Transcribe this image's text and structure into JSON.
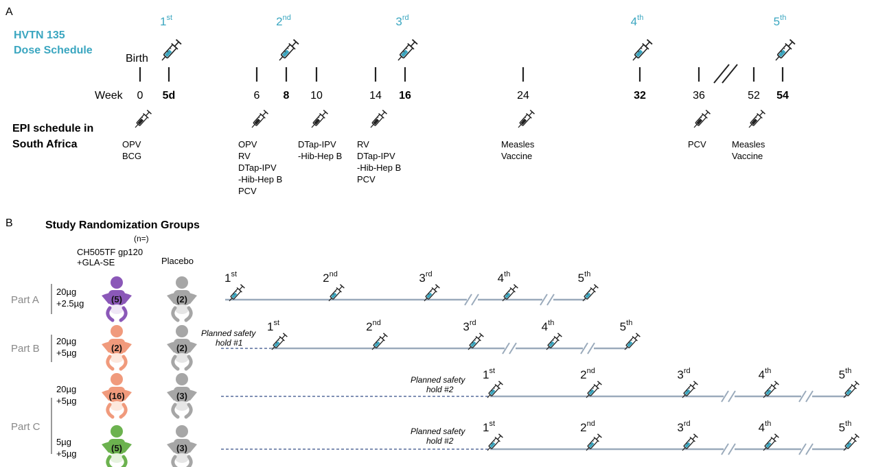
{
  "panel_a": {
    "label": "A",
    "hvtn_title_1": "HVTN 135",
    "hvtn_title_2": "Dose Schedule",
    "birth": "Birth",
    "week_label": "Week",
    "weeks": [
      {
        "text": "0",
        "bold": false
      },
      {
        "text": "5d",
        "bold": true
      },
      {
        "text": "6",
        "bold": false
      },
      {
        "text": "8",
        "bold": true
      },
      {
        "text": "10",
        "bold": false
      },
      {
        "text": "14",
        "bold": false
      },
      {
        "text": "16",
        "bold": true
      },
      {
        "text": "24",
        "bold": false
      },
      {
        "text": "32",
        "bold": true
      },
      {
        "text": "36",
        "bold": false
      },
      {
        "text": "52",
        "bold": false
      },
      {
        "text": "54",
        "bold": true
      }
    ],
    "doses": [
      {
        "num": "1",
        "sup": "st"
      },
      {
        "num": "2",
        "sup": "nd"
      },
      {
        "num": "3",
        "sup": "rd"
      },
      {
        "num": "4",
        "sup": "th"
      },
      {
        "num": "5",
        "sup": "th"
      }
    ],
    "epi_title_1": "EPI schedule in",
    "epi_title_2": "South Africa",
    "epi_vaccines": [
      [
        "OPV",
        "BCG"
      ],
      [
        "OPV",
        "RV",
        "DTap-IPV",
        "-Hib-Hep B",
        "PCV"
      ],
      [
        "DTap-IPV",
        "-Hib-Hep B"
      ],
      [
        "RV",
        "DTap-IPV",
        "-Hib-Hep B",
        "PCV"
      ],
      [
        "Measles",
        "Vaccine"
      ],
      [
        "PCV"
      ],
      [
        "Measles",
        "Vaccine"
      ]
    ]
  },
  "panel_b": {
    "label": "B",
    "title": "Study Randomization Groups",
    "n_label": "(n=)",
    "vaccine_header_1": "CH505TF gp120",
    "vaccine_header_2": "+GLA-SE",
    "placebo_header": "Placebo",
    "parts": [
      "Part A",
      "Part B",
      "Part C"
    ],
    "groups": [
      {
        "dose_1": "20µg",
        "dose_2": "+2.5µg",
        "vaccine_n": "(5)",
        "placebo_n": "(2)"
      },
      {
        "dose_1": "20µg",
        "dose_2": "+5µg",
        "vaccine_n": "(2)",
        "placebo_n": "(2)"
      },
      {
        "dose_1": "20µg",
        "dose_2": "+5µg",
        "vaccine_n": "(16)",
        "placebo_n": "(3)"
      },
      {
        "dose_1": "5µg",
        "dose_2": "+5µg",
        "vaccine_n": "(5)",
        "placebo_n": "(3)"
      }
    ],
    "hold_1_line_1": "Planned safety",
    "hold_1_line_2": "hold #1",
    "hold_2_line_1": "Planned safety",
    "hold_2_line_2": "hold #2"
  },
  "colors": {
    "teal": "#3aa6c0",
    "purple": "#8b58b8",
    "salmon": "#f09a7c",
    "green": "#6cb24f",
    "gray": "#a6a6a6",
    "track": "#9aaabb",
    "axis": "#222222"
  }
}
